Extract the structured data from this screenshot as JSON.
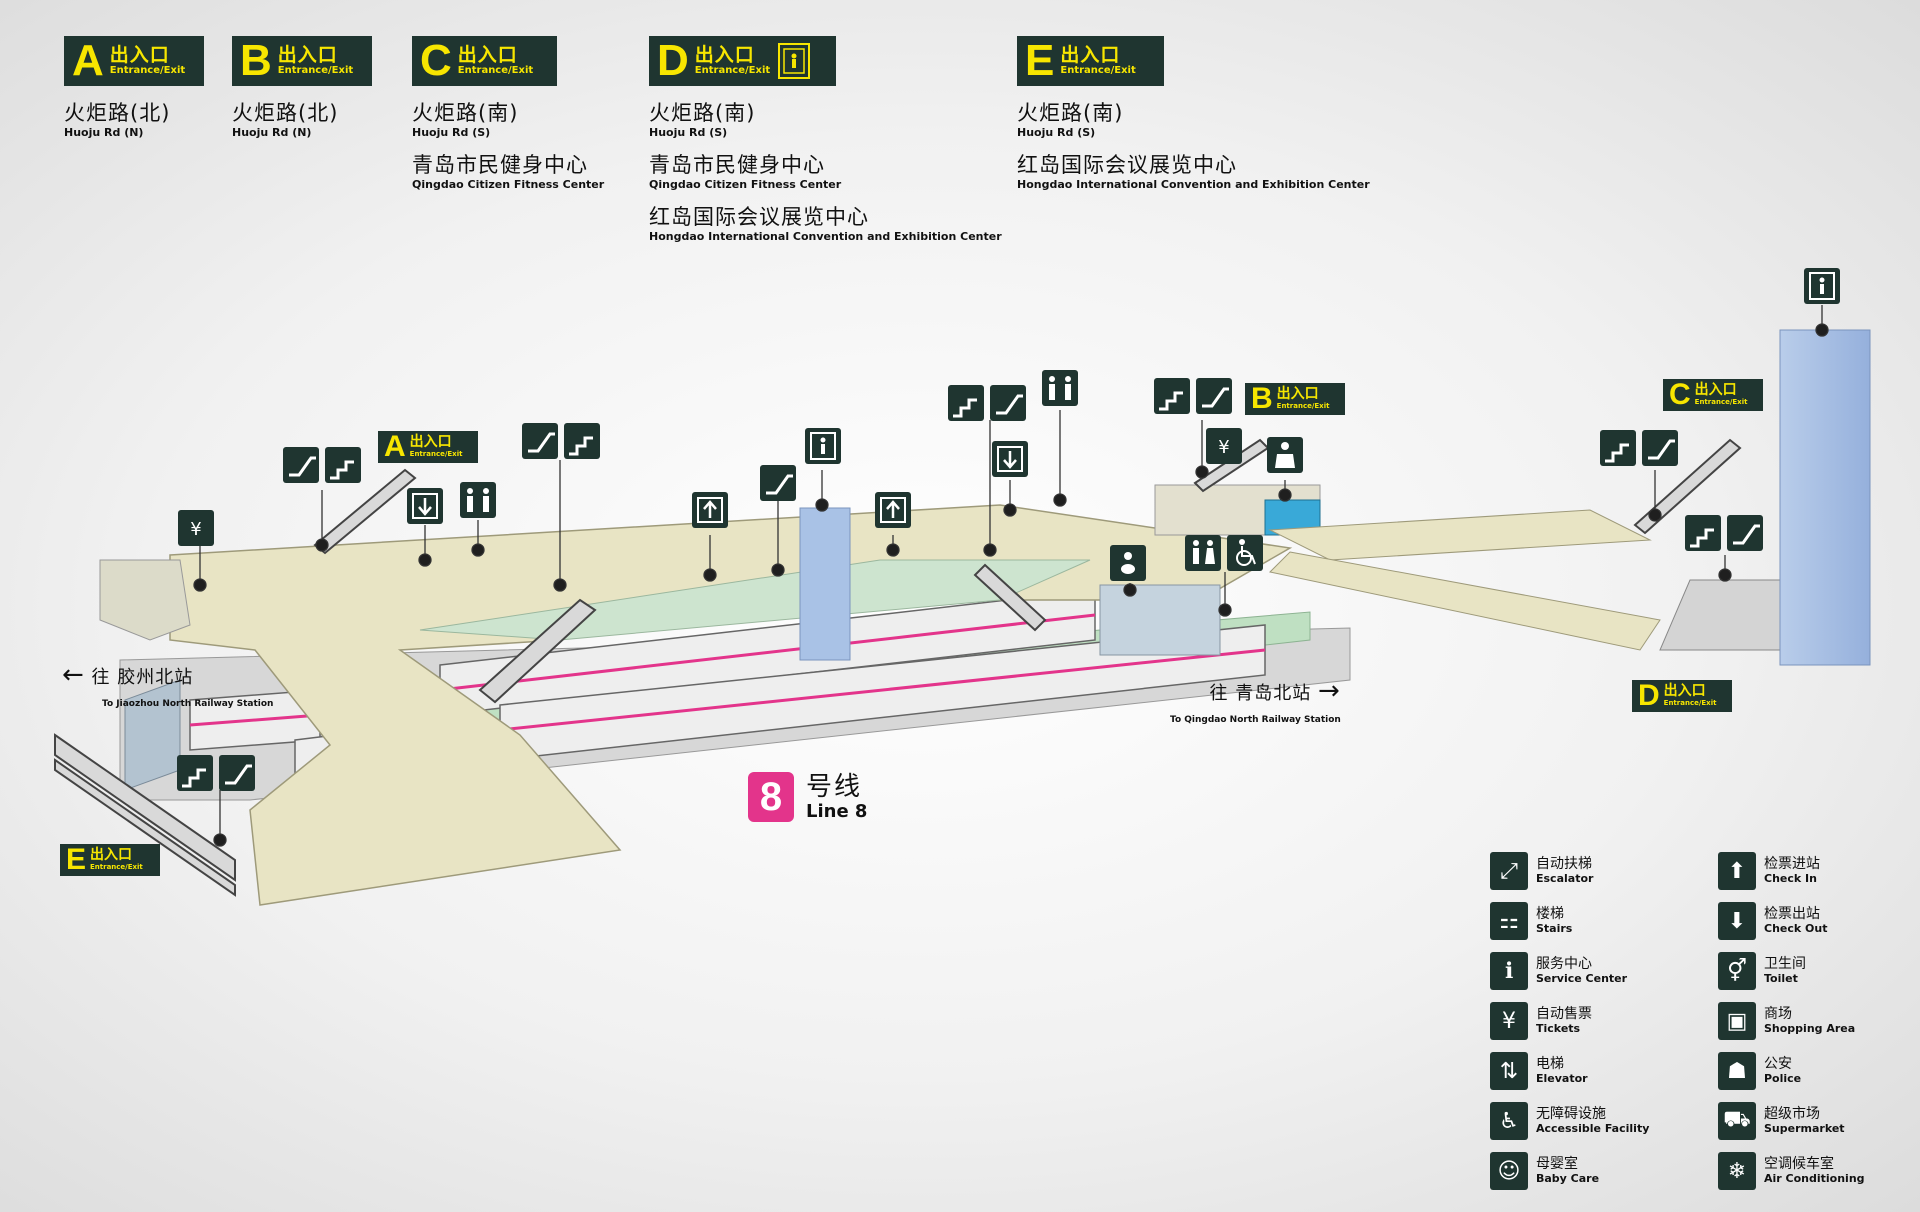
{
  "exits": [
    {
      "letter": "A",
      "label_zh": "出入口",
      "label_en": "Entrance/Exit",
      "dest": [
        {
          "zh": "火炬路(北)",
          "en": "Huoju Rd (N)"
        }
      ]
    },
    {
      "letter": "B",
      "label_zh": "出入口",
      "label_en": "Entrance/Exit",
      "dest": [
        {
          "zh": "火炬路(北)",
          "en": "Huoju Rd (N)"
        }
      ]
    },
    {
      "letter": "C",
      "label_zh": "出入口",
      "label_en": "Entrance/Exit",
      "dest": [
        {
          "zh": "火炬路(南)",
          "en": "Huoju Rd (S)"
        },
        {
          "zh": "青岛市民健身中心",
          "en": "Qingdao Citizen Fitness Center"
        }
      ]
    },
    {
      "letter": "D",
      "label_zh": "出入口",
      "label_en": "Entrance/Exit",
      "dest": [
        {
          "zh": "火炬路(南)",
          "en": "Huoju Rd (S)"
        },
        {
          "zh": "青岛市民健身中心",
          "en": "Qingdao Citizen Fitness Center"
        },
        {
          "zh": "红岛国际会议展览中心",
          "en": "Hongdao International Convention and Exhibition Center"
        }
      ]
    },
    {
      "letter": "E",
      "label_zh": "出入口",
      "label_en": "Entrance/Exit",
      "dest": [
        {
          "zh": "火炬路(南)",
          "en": "Huoju Rd (S)"
        },
        {
          "zh": "红岛国际会议展览中心",
          "en": "Hongdao International Convention and Exhibition Center"
        }
      ]
    }
  ],
  "directions": {
    "west": {
      "zh": "往 胶州北站",
      "en": "To Jiaozhou North Railway Station",
      "arrow": "←"
    },
    "east": {
      "zh": "往 青岛北站",
      "en": "To Qingdao North Railway Station",
      "arrow": "→"
    }
  },
  "line": {
    "number": "8",
    "zh": "号线",
    "en": "Line 8",
    "color": "#e3348b"
  },
  "legend": [
    {
      "zh": "自动扶梯",
      "en": "Escalator",
      "icon": "escalator-icon",
      "glyph": "⤢"
    },
    {
      "zh": "检票进站",
      "en": "Check In",
      "icon": "check-in-icon",
      "glyph": "⬆"
    },
    {
      "zh": "楼梯",
      "en": "Stairs",
      "icon": "stairs-icon",
      "glyph": "⚏"
    },
    {
      "zh": "检票出站",
      "en": "Check Out",
      "icon": "check-out-icon",
      "glyph": "⬇"
    },
    {
      "zh": "服务中心",
      "en": "Service Center",
      "icon": "service-center-icon",
      "glyph": "ℹ"
    },
    {
      "zh": "卫生间",
      "en": "Toilet",
      "icon": "toilet-icon",
      "glyph": "⚥"
    },
    {
      "zh": "自动售票",
      "en": "Tickets",
      "icon": "tickets-icon",
      "glyph": "¥"
    },
    {
      "zh": "商场",
      "en": "Shopping Area",
      "icon": "shopping-area-icon",
      "glyph": "▣"
    },
    {
      "zh": "电梯",
      "en": "Elevator",
      "icon": "elevator-icon",
      "glyph": "⇅"
    },
    {
      "zh": "公安",
      "en": "Police",
      "icon": "police-icon",
      "glyph": "☗"
    },
    {
      "zh": "无障碍设施",
      "en": "Accessible Facility",
      "icon": "accessible-icon",
      "glyph": "♿"
    },
    {
      "zh": "超级市场",
      "en": "Supermarket",
      "icon": "supermarket-icon",
      "glyph": "⛟"
    },
    {
      "zh": "母婴室",
      "en": "Baby Care",
      "icon": "baby-care-icon",
      "glyph": "☺"
    },
    {
      "zh": "空调候车室",
      "en": "Air Conditioning",
      "icon": "air-conditioning-icon",
      "glyph": "❄"
    }
  ],
  "colors": {
    "sign_bg": "#1f3530",
    "sign_text": "#f7e600",
    "concourse": "#e8e4c4",
    "platform": "#cfe6cf",
    "tower": "#a9c2e6",
    "ticket_booth": "#39a9d8"
  }
}
